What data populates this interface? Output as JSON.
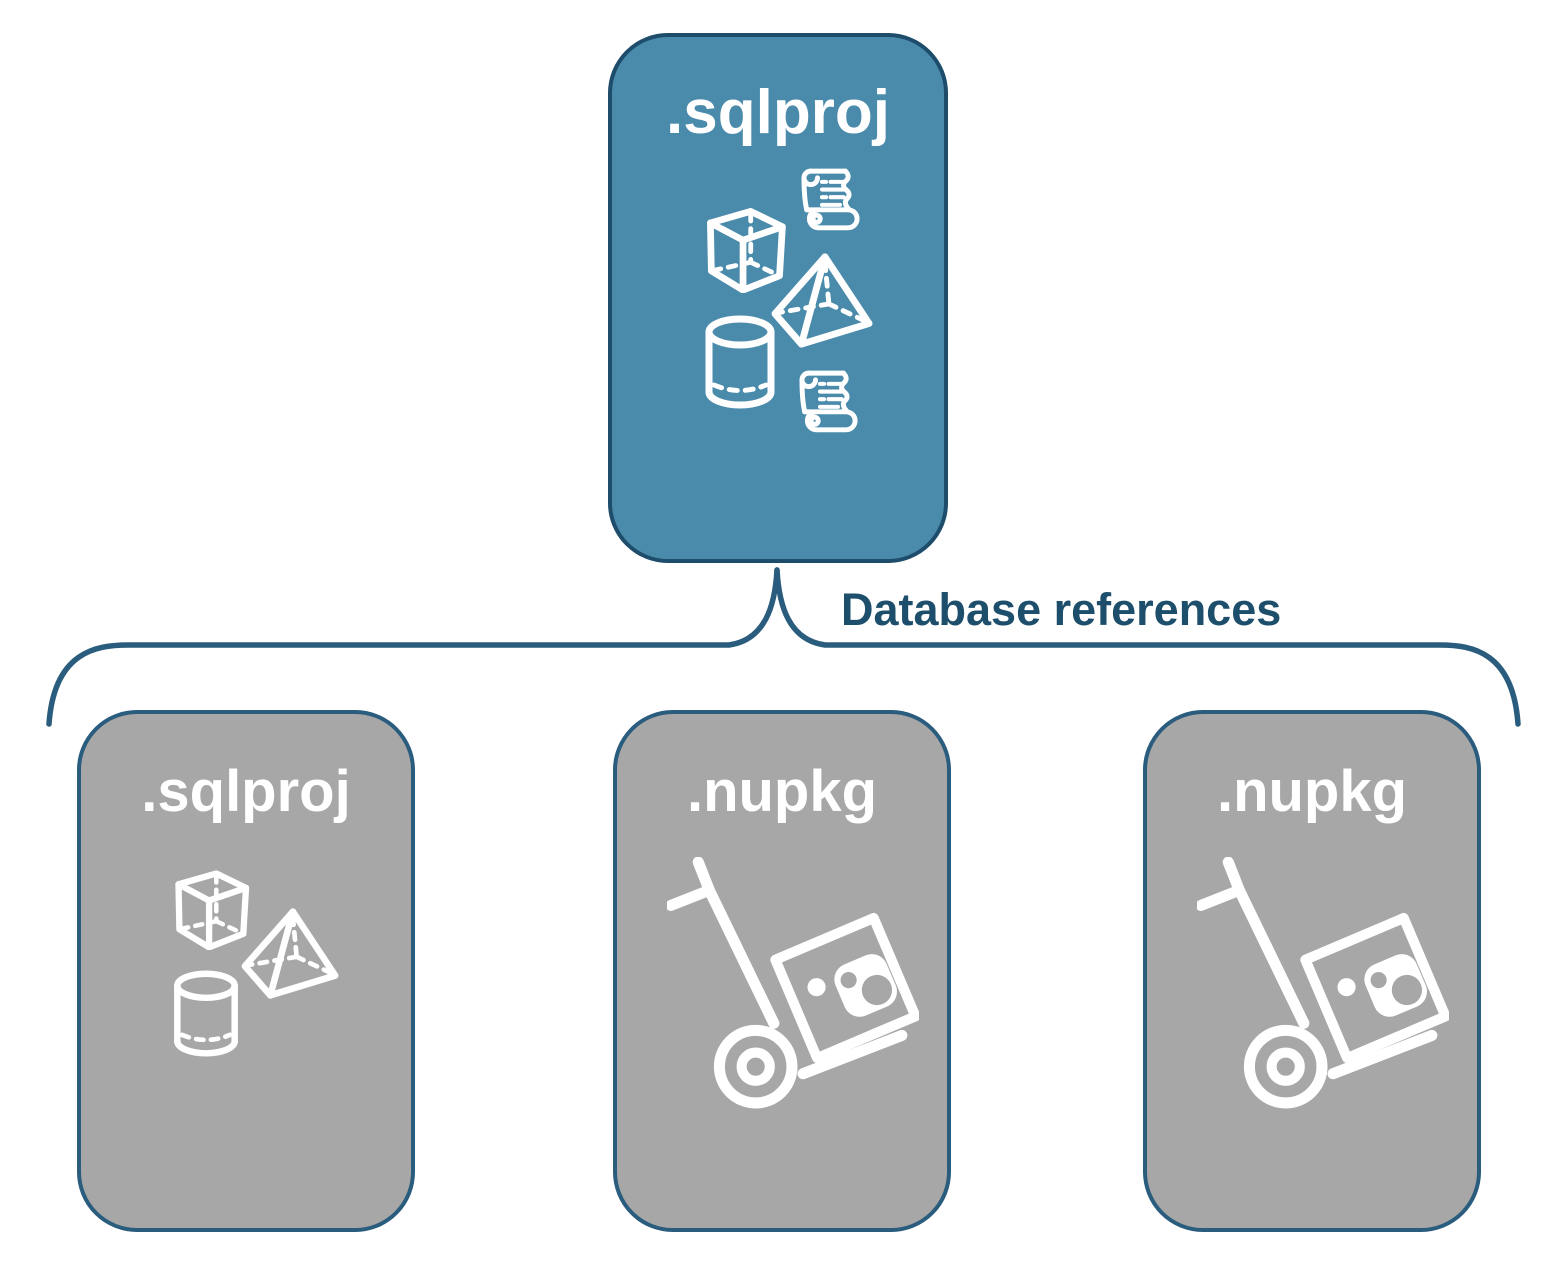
{
  "diagram": {
    "connector_label": "Database references",
    "parent": {
      "label": ".sqlproj",
      "icons": [
        "cube-icon",
        "scroll-icon",
        "pyramid-icon",
        "cylinder-icon",
        "scroll-icon"
      ]
    },
    "children": [
      {
        "label": ".sqlproj",
        "kind": "sql-project",
        "icons": [
          "cube-icon",
          "pyramid-icon",
          "cylinder-icon"
        ]
      },
      {
        "label": ".nupkg",
        "kind": "nuget-package",
        "icons": [
          "hand-truck-package-icon"
        ]
      },
      {
        "label": ".nupkg",
        "kind": "nuget-package",
        "icons": [
          "hand-truck-package-icon"
        ]
      }
    ],
    "colors": {
      "parent_fill": "#4A8BAB",
      "parent_border": "#1E4C6B",
      "child_fill": "#A7A7A7",
      "child_border": "#2A5C7E",
      "connector": "#2A5C7E",
      "label_text": "#1D4E6B",
      "icon": "#FFFFFF"
    }
  }
}
